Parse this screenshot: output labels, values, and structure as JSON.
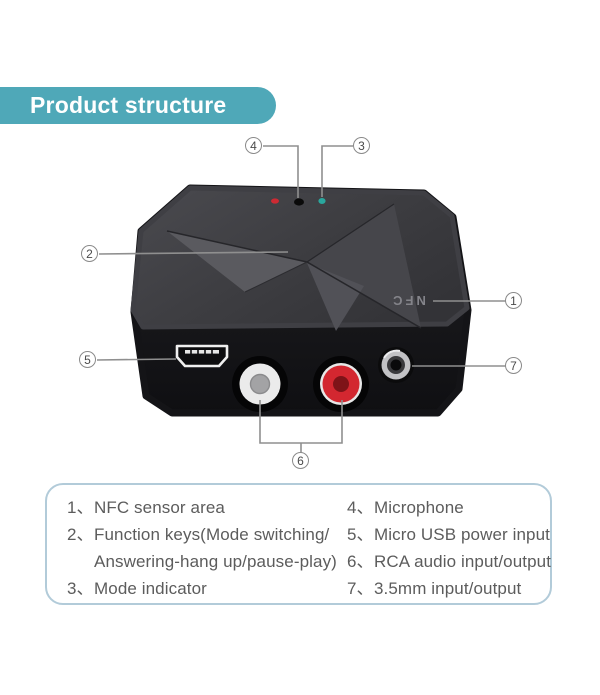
{
  "banner": {
    "title": "Product structure"
  },
  "device": {
    "nfc_label": "NFC"
  },
  "callouts": {
    "c1": "1",
    "c2": "2",
    "c3": "3",
    "c4": "4",
    "c5": "5",
    "c6": "6",
    "c7": "7"
  },
  "legend": {
    "left": [
      {
        "num": "1、",
        "text": "NFC sensor area"
      },
      {
        "num": "2、",
        "text": "Function keys(Mode switching/"
      },
      {
        "num": "",
        "text": "Answering-hang up/pause-play)"
      },
      {
        "num": "3、",
        "text": "Mode indicator"
      }
    ],
    "right": [
      {
        "num": "4、",
        "text": "Microphone"
      },
      {
        "num": "5、",
        "text": "Micro USB power input"
      },
      {
        "num": "6、",
        "text": "RCA audio input/output"
      },
      {
        "num": "7、",
        "text": "3.5mm input/output"
      }
    ]
  },
  "colors": {
    "accent": "#4FA8B8",
    "legend_border": "#B2CBD9",
    "callout_line": "#8F8F8F",
    "led_red": "#CC2A33",
    "led_teal": "#2AA79E",
    "rca_red": "#D32730",
    "device_body": "#18181B"
  }
}
